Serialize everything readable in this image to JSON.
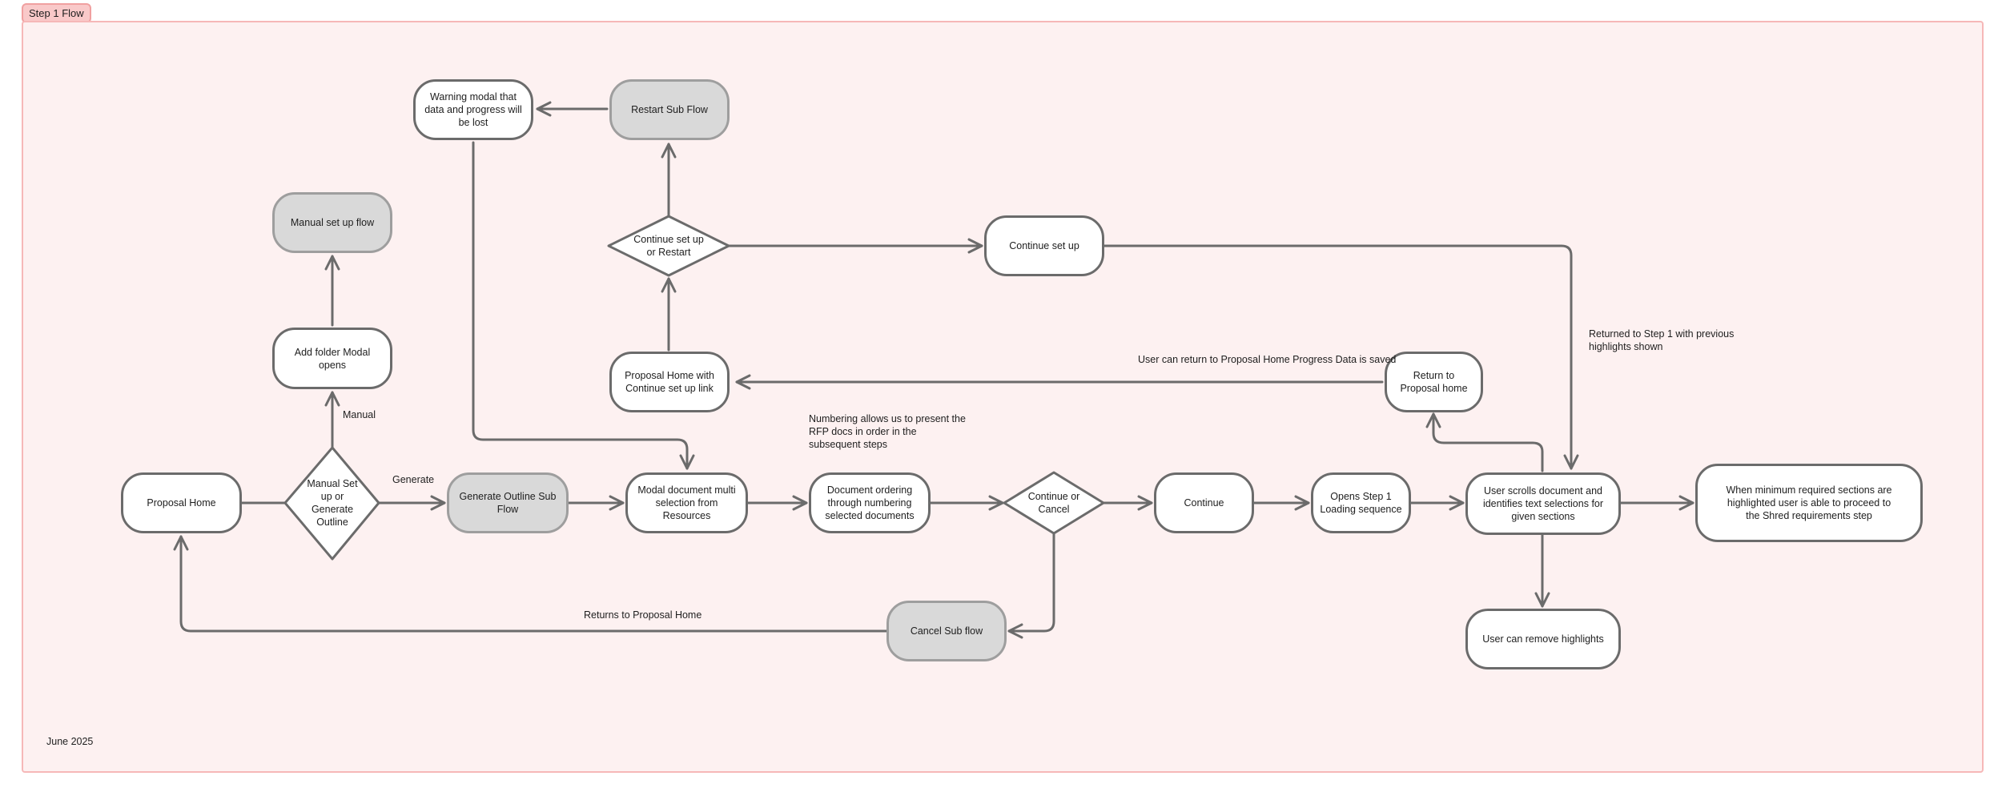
{
  "section_tag": "Step 1 Flow",
  "footer_date": "June 2025",
  "nodes": {
    "proposal_home": "Proposal Home",
    "manual_or_generate": "Manual Set up or Generate Outline",
    "add_folder_modal": "Add folder Modal opens",
    "manual_setup_flow": "Manual set up flow",
    "generate_outline_sub_flow": "Generate Outline Sub Flow",
    "modal_document_multi_selection": "Modal document multi selection from Resources",
    "document_ordering": "Document ordering through numbering selected documents",
    "continue_or_cancel": "Continue or Cancel",
    "continue": "Continue",
    "opens_step1_loading": "Opens Step 1 Loading sequence",
    "user_scrolls_document": "User scrolls document and identifies text selections for given sections",
    "minimum_sections_proceed": "When minimum required sections are highlighted user is able to proceed to the Shred requirements step",
    "user_can_remove_highlights": "User can remove highlights",
    "cancel_sub_flow": "Cancel Sub flow",
    "return_to_proposal_home": "Return to Proposal home",
    "proposal_home_continue_link": "Proposal Home with Continue set up link",
    "continue_setup_or_restart": "Continue set up or Restart",
    "continue_set_up": "Continue set up",
    "restart_sub_flow": "Restart Sub Flow",
    "warning_modal": "Warning modal that data and progress will be lost"
  },
  "edge_labels": {
    "manual": "Manual",
    "generate": "Generate",
    "returns_to_proposal_home": "Returns to Proposal Home",
    "user_can_return": "User can return to Proposal Home Progress Data is saved",
    "returned_to_step1": "Returned to Step 1 with previous highlights shown",
    "numbering_note": "Numbering allows us to present the RFP docs in order in the subsequent steps"
  },
  "colors": {
    "frame_fill": "#fdf1f1",
    "frame_border": "#f6b8b8",
    "tag_fill": "#f9c9c9",
    "connector": "#6b6b6b",
    "subflow_fill": "#d9d9d9",
    "node_fill": "#ffffff"
  }
}
